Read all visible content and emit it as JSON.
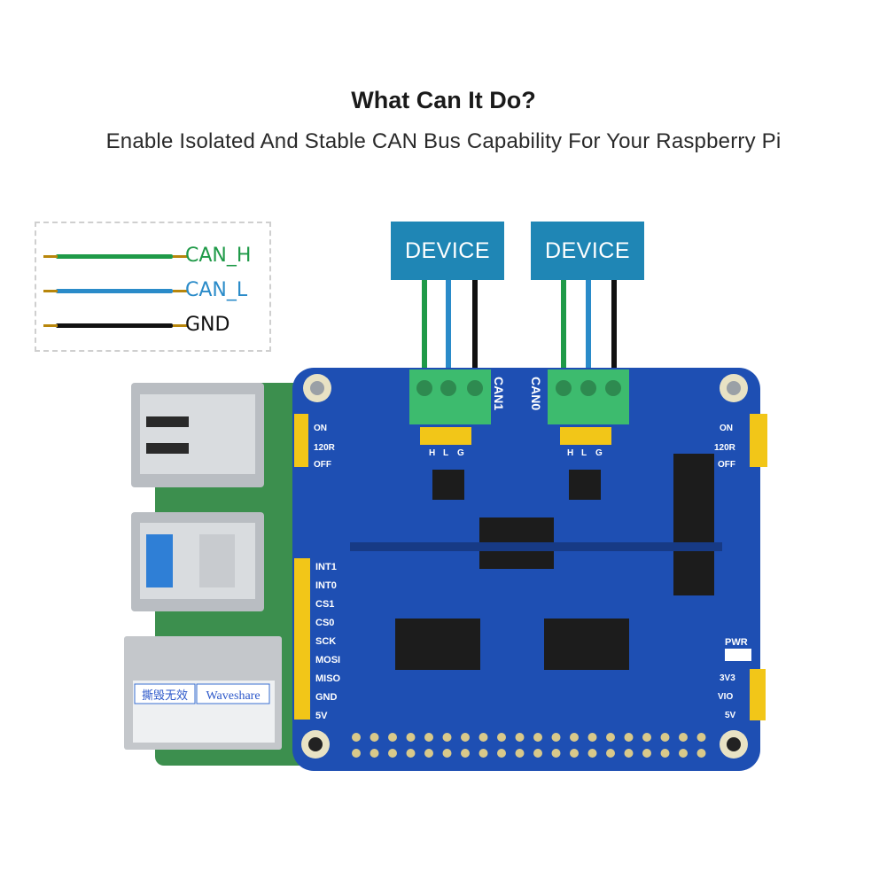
{
  "heading": "What Can It Do?",
  "subheading": "Enable Isolated And Stable CAN Bus Capability For Your Raspberry Pi",
  "legend": [
    {
      "label": "CAN_H",
      "color": "#1f9a48"
    },
    {
      "label": "CAN_L",
      "color": "#2a8bc9"
    },
    {
      "label": "GND",
      "color": "#111111"
    }
  ],
  "devices": [
    {
      "label": "DEVICE",
      "port": "CAN1"
    },
    {
      "label": "DEVICE",
      "port": "CAN0"
    }
  ],
  "terminal_pins": [
    "H",
    "L",
    "G"
  ],
  "jumper_labels": [
    "ON",
    "120R",
    "OFF"
  ],
  "header_pins": [
    "INT1",
    "INT0",
    "CS1",
    "CS0",
    "SCK",
    "MOSI",
    "MISO",
    "GND",
    "5V"
  ],
  "power": {
    "led": "PWR",
    "pins": [
      "3V3",
      "VIO",
      "5V"
    ]
  },
  "ethernet_label": {
    "chinese": "撕毁无效",
    "brand": "Waveshare"
  },
  "colors": {
    "board_blue": "#1e4fb3",
    "pi_green": "#3c8f4e",
    "device_blue": "#1f86b5",
    "terminal_green": "#3dbb6e"
  }
}
